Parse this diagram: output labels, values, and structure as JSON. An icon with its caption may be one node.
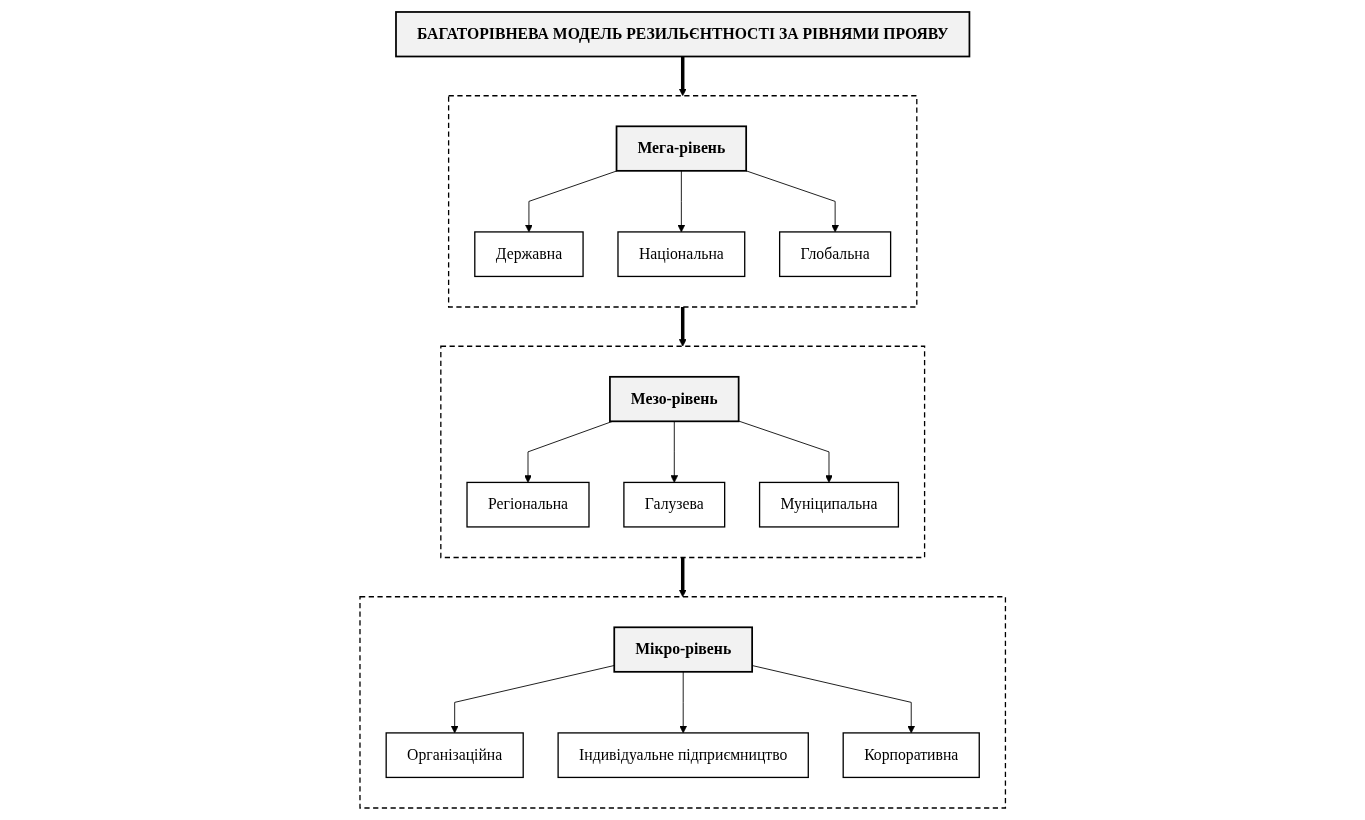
{
  "diagram": {
    "nodes": [
      {
        "text": [
          "БАГАТОРІВНЕВА МОДЕЛЬ РЕЗИЛЬЄНТНОСТІ ЗА РІВНЯМИ ПРОЯВУ"
        ]
      },
      {
        "text": [],
        "shape": "box"
      },
      {
        "text": [
          "Мега-рівень"
        ],
        "in": 1
      },
      {
        "text": [
          "Державна"
        ],
        "in": 1
      },
      {
        "text": [
          "Національна"
        ],
        "in": 1
      },
      {
        "text": [
          "Глобальна"
        ],
        "in": 1
      },
      {
        "text": [],
        "shape": "box"
      },
      {
        "text": [
          "Мезо-рівень"
        ],
        "in": 6
      },
      {
        "text": [
          "Регіональна"
        ],
        "in": 6
      },
      {
        "text": [
          "Галузева"
        ],
        "in": 6
      },
      {
        "text": [
          "Муніципальна"
        ],
        "in": 6
      },
      {
        "text": [],
        "shape": "box"
      },
      {
        "text": [
          "Мікро-рівень"
        ],
        "in": 11
      },
      {
        "text": [
          "Організаційна"
        ],
        "in": 11
      },
      {
        "text": [
          "Індивідуальне підприємництво"
        ],
        "in": 11
      },
      {
        "text": [
          "Корпоративна"
        ],
        "in": 11
      }
    ],
    "edges": [
      {
        "from": 0,
        "to": 1,
        "arrow": "to",
        "style": "thick"
      },
      {
        "from": 2,
        "to": 3,
        "arrow": "to"
      },
      {
        "from": 2,
        "to": 4,
        "arrow": "to"
      },
      {
        "from": 2,
        "to": 5,
        "arrow": "to"
      },
      {
        "from": 1,
        "to": 6,
        "arrow": "to",
        "style": "thick"
      },
      {
        "from": 7,
        "to": 8,
        "arrow": "to"
      },
      {
        "from": 7,
        "to": 9,
        "arrow": "to"
      },
      {
        "from": 7,
        "to": 10,
        "arrow": "to"
      },
      {
        "from": 6,
        "to": 11,
        "arrow": "to",
        "style": "thick"
      },
      {
        "from": 12,
        "to": 13,
        "arrow": "to"
      },
      {
        "from": 12,
        "to": 14,
        "arrow": "to"
      },
      {
        "from": 12,
        "to": 15,
        "arrow": "to"
      }
    ]
  }
}
